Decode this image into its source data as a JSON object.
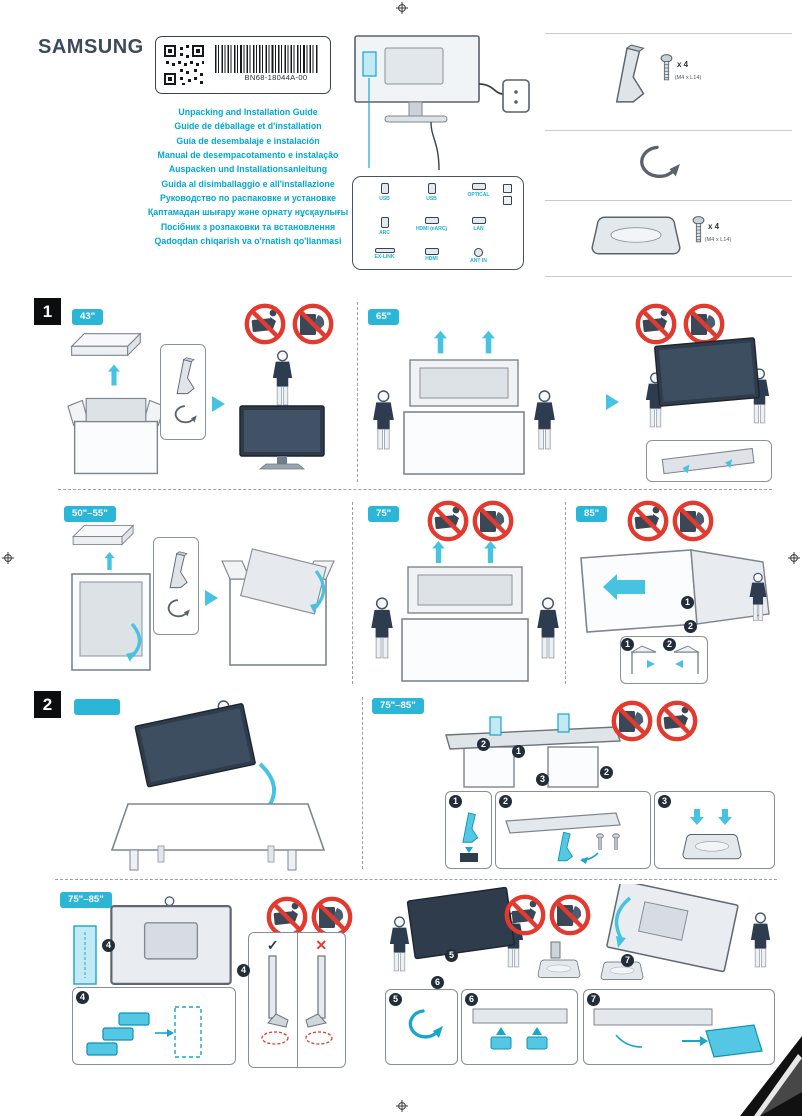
{
  "header": {
    "brand": "SAMSUNG",
    "part_number": "BN68-18044A-00",
    "titles": [
      "Unpacking and Installation Guide",
      "Guide de déballage et d'installation",
      "Guía de desembalaje e instalación",
      "Manual de desempacotamento e instalação",
      "Auspacken und Installationsanleitung",
      "Guida al disimballaggio e all'installazione",
      "Руководство по распаковке и установке",
      "Қаптамадан шығару және орнату нұсқаулығы",
      "Посібник з розпаковки та встановлення",
      "Qadoqdan chiqarish va o'rnatish qo'llanmasi"
    ]
  },
  "ports": {
    "cells": [
      {
        "label": "USB"
      },
      {
        "label": "USB"
      },
      {
        "label": "OPTICAL"
      },
      {
        "label": "ARC"
      },
      {
        "label": "HDMI (eARC)"
      },
      {
        "label": "LAN"
      },
      {
        "label": "EX-LINK"
      },
      {
        "label": "HDMI"
      },
      {
        "label": "ANT IN"
      }
    ]
  },
  "accessories": {
    "stand_neck": {
      "item": "stand-neck",
      "qty": "x 4",
      "spec": "(M4 x L14)"
    },
    "cable_holder": {
      "item": "cable-holder"
    },
    "stand_base": {
      "item": "stand-base",
      "qty": "x 4",
      "spec": "(M4 x L14)"
    }
  },
  "section1": {
    "number": "1",
    "badge_43": "43\"",
    "badge_65": "65\"",
    "badge_50_55": "50\"–55\"",
    "badge_75": "75\"",
    "badge_85": "85\""
  },
  "section2": {
    "number": "2",
    "badge_left": "",
    "badge_right": "75\"–85\"",
    "badge_bottom": "75\"–85\""
  },
  "steps": [
    "1",
    "2",
    "3",
    "4",
    "5",
    "6",
    "7"
  ],
  "marks": {
    "check": "✓",
    "cross": "✕"
  },
  "theme": {
    "accent_cyan": "#2bb6d7",
    "title_cyan": "#00a9d4",
    "warning_red": "#e23a2e",
    "step_navy": "#222d39"
  }
}
